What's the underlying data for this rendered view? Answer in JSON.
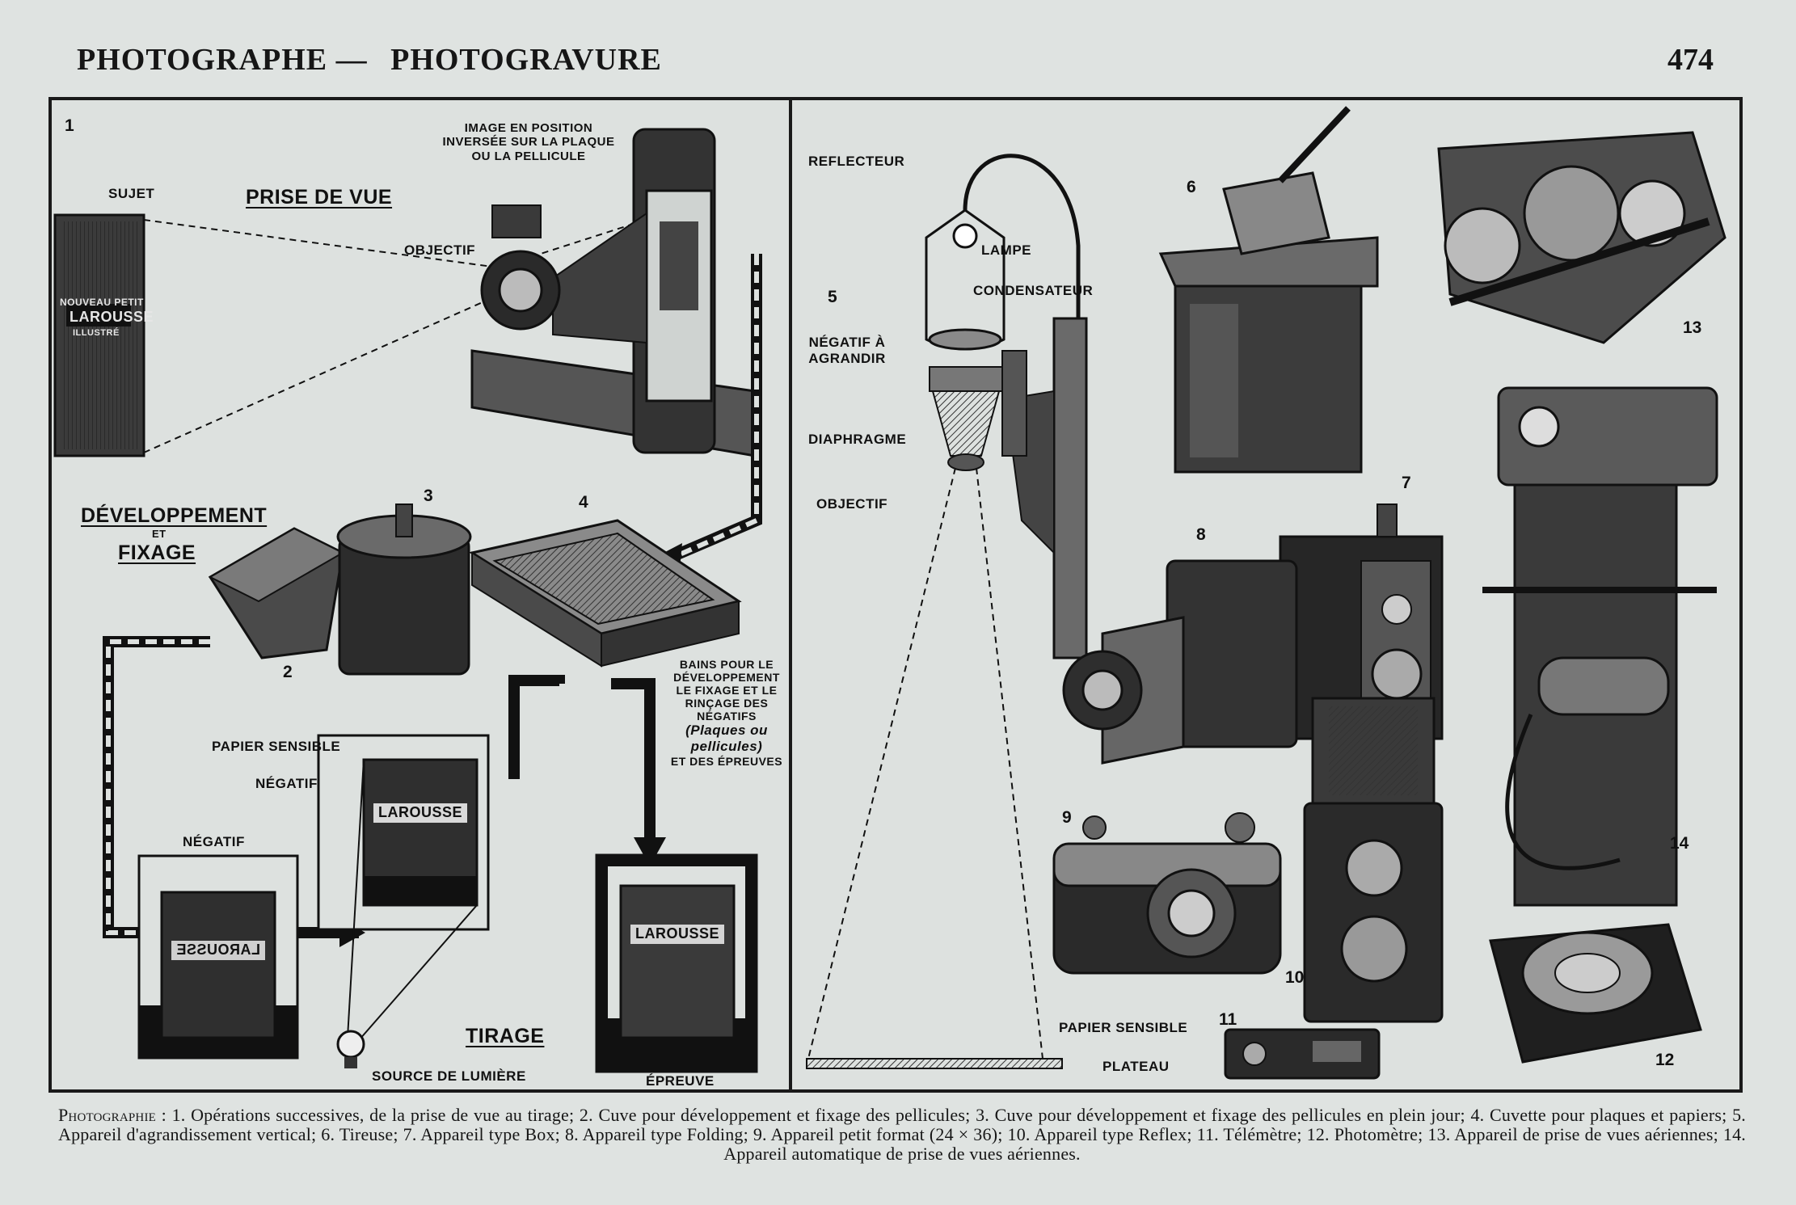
{
  "header": {
    "title_left": "PHOTOGRAPHE —",
    "title_right": "PHOTOGRAVURE",
    "page_number": "474"
  },
  "plate": {
    "labels": {
      "image_position": "Image en position inversée sur la plaque ou la pellicule",
      "sujet": "Sujet",
      "prise_de_vue": "PRISE DE VUE",
      "objectif_1": "Objectif",
      "developpement": "DÉVELOPPEMENT",
      "et": "ET",
      "fixage": "FIXAGE",
      "bains_1": "Bains pour le développement le fixage et le rinçage des négatifs",
      "bains_2": "(Plaques ou pellicules)",
      "bains_3": "et des épreuves",
      "papier_sensible_1": "Papier sensible",
      "negatif_1": "Négatif",
      "negatif_2": "Négatif",
      "tirage": "TIRAGE",
      "source_de_lumiere": "Source de lumière",
      "epreuve": "Épreuve",
      "reflecteur": "Reflecteur",
      "lampe": "Lampe",
      "condensateur": "Condensateur",
      "negatif_a_agrandir": "Négatif à agrandir",
      "diaphragme": "Diaphragme",
      "objectif_2": "Objectif",
      "papier_sensible_2": "Papier sensible",
      "plateau": "Plateau"
    },
    "book_text": {
      "title": "LAROUSSE",
      "subtitle": "NOUVEAU PETIT",
      "illustre": "ILLUSTRÉ",
      "mirrored": "LAROUSSE"
    },
    "numbers": [
      "1",
      "2",
      "3",
      "4",
      "5",
      "6",
      "7",
      "8",
      "9",
      "10",
      "11",
      "12",
      "13",
      "14"
    ]
  },
  "caption": {
    "lead": "Photographie :",
    "text": "1. Opérations successives, de la prise de vue au tirage; 2. Cuve pour développement et fixage des pellicules; 3. Cuve pour développement et fixage des pellicules en plein jour; 4. Cuvette pour plaques et papiers; 5. Appareil d'agrandissement vertical; 6. Tireuse; 7. Appareil type Box; 8. Appareil type Folding; 9. Appareil petit format (24 × 36); 10. Appareil type Reflex; 11. Télémètre; 12. Photomètre; 13. Appareil de prise de vues aériennes; 14. Appareil automatique de prise de vues aériennes."
  }
}
